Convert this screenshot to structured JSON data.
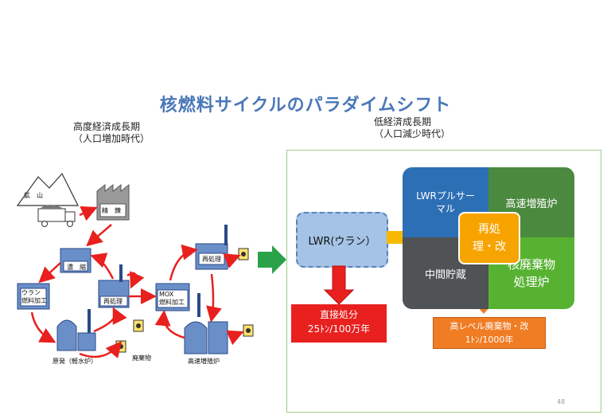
{
  "title": "核燃料サイクルのパラダイムシフト",
  "left_era": {
    "line1": "高度経済成長期",
    "line2": "（人口増加時代）"
  },
  "right_era": {
    "line1": "低経済成長期",
    "line2": "（人口減少時代）"
  },
  "left_diagram": {
    "mine": "鉱　山",
    "refining": "精　錬",
    "enrichment": "濃　縮",
    "uranium_fab": "ウラン\n燃料加工",
    "reprocessing_1": "再処理",
    "npp": "原発（軽水炉）",
    "waste": "廃棄物",
    "mox_fab": "MOX\n燃料加工",
    "reprocessing_2": "再処理",
    "fbr": "高速増殖炉"
  },
  "right_diagram": {
    "lwr": "LWR(ウラン）",
    "direct_disposal": {
      "line1": "直接処分",
      "line2": "25ﾄﾝ/100万年"
    },
    "lwr_pluthermal": "LWRプルサー\nマル",
    "fast_breeder": "高速増殖炉",
    "interim_storage": "中間貯蔵",
    "transmutation": "核廃棄物\n処理炉",
    "reprocess_modify": "再処\n理・改",
    "hlw": {
      "line1": "高レベル廃棄物・改",
      "line2": "1ﾄﾝ/1000年"
    }
  },
  "page_number": "48",
  "colors": {
    "title": "#4a78b8",
    "red_arrow": "#e8201e",
    "green_arrow": "#2aa24a",
    "orange": "#f7a400"
  }
}
